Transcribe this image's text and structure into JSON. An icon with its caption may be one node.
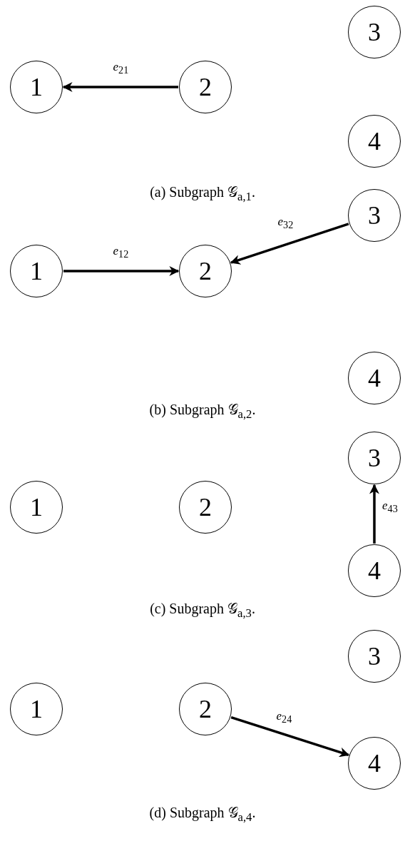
{
  "diagram": {
    "nodes": [
      {
        "text": [
          "1"
        ]
      },
      {
        "text": [
          "2"
        ]
      },
      {
        "text": [
          "3"
        ]
      },
      {
        "text": [
          "4"
        ]
      },
      {
        "text": [
          "1"
        ]
      },
      {
        "text": [
          "2"
        ]
      },
      {
        "text": [
          "3"
        ]
      },
      {
        "text": [
          "4"
        ]
      },
      {
        "text": [
          "1"
        ]
      },
      {
        "text": [
          "2"
        ]
      },
      {
        "text": [
          "3"
        ]
      },
      {
        "text": [
          "4"
        ]
      },
      {
        "text": [
          "1"
        ]
      },
      {
        "text": [
          "2"
        ]
      },
      {
        "text": [
          "3"
        ]
      },
      {
        "text": [
          "4"
        ]
      }
    ],
    "edges": [
      {
        "from": 1,
        "to": 0,
        "arrow": "to",
        "label": "*e*$_{21}$"
      },
      {
        "from": 4,
        "to": 5,
        "arrow": "to",
        "label": "*e*$_{12}$"
      },
      {
        "from": 6,
        "to": 5,
        "arrow": "to",
        "label": "*e*$_{32}$"
      },
      {
        "from": 11,
        "to": 10,
        "arrow": "to",
        "label": "*e*$_{43}$"
      },
      {
        "from": 13,
        "to": 15,
        "arrow": "to",
        "label": "*e*$_{24}$"
      }
    ],
    "labels": [
      "(a) Subgraph 𝒢$_{a,1}$.",
      "(b) Subgraph 𝒢$_{a,2}$.",
      "(c) Subgraph 𝒢$_{a,3}$.",
      "(d) Subgraph 𝒢$_{a,4}$."
    ]
  }
}
